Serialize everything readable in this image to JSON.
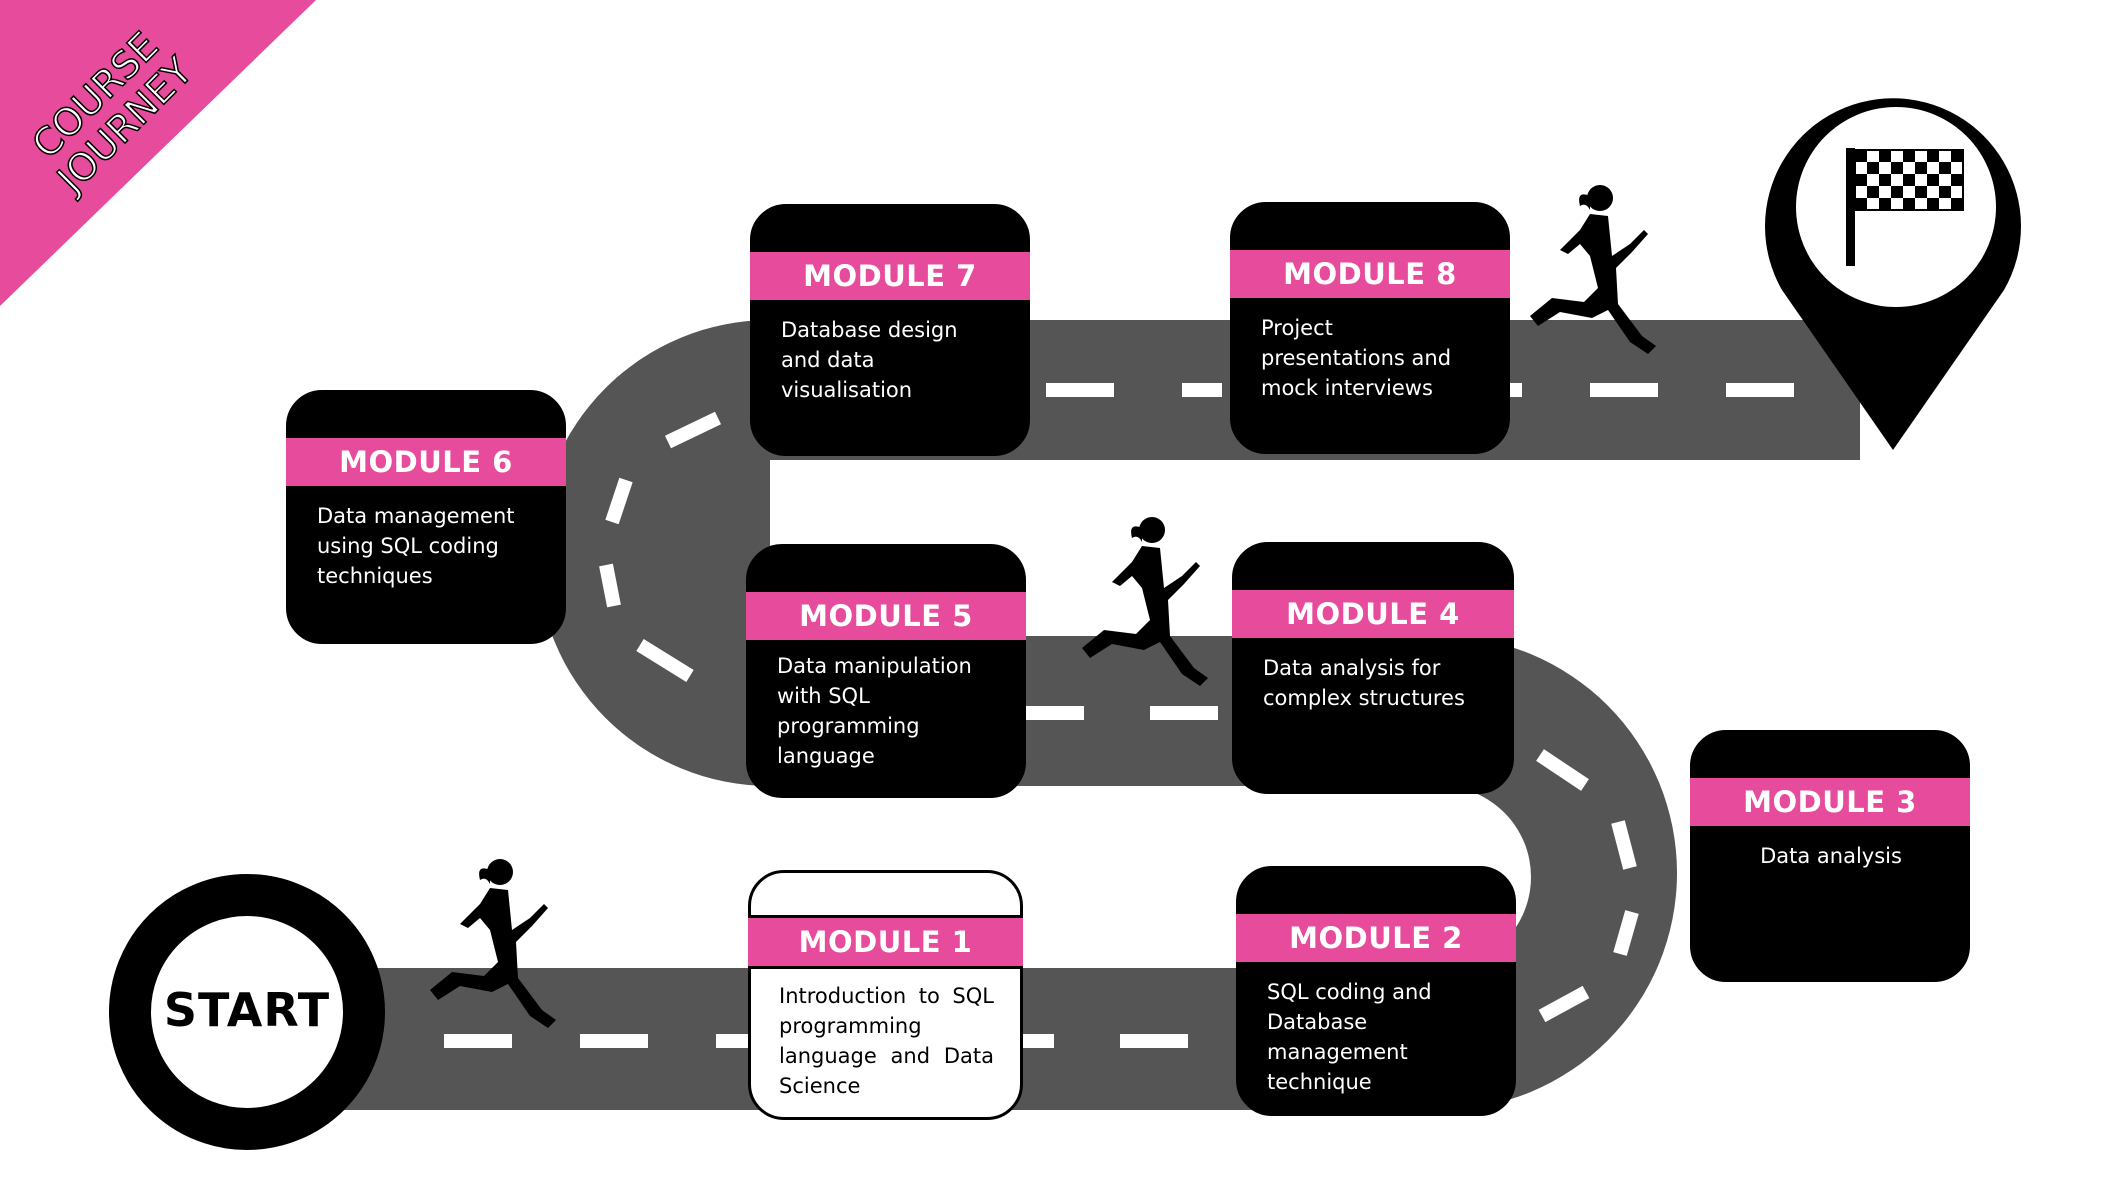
{
  "banner": {
    "line1": "COURSE",
    "line2": "JOURNEY",
    "color": "#e64b9c"
  },
  "start": {
    "label": "START"
  },
  "finish": {
    "icon": "checkered-flag-icon"
  },
  "runner_icon": "runner-icon",
  "colors": {
    "road": "#555555",
    "lane": "#ffffff",
    "accent": "#e64b9c",
    "box": "#000000"
  },
  "modules": [
    {
      "title": "MODULE 1",
      "description": "Introduction to SQL programming language and Data Science"
    },
    {
      "title": "MODULE 2",
      "description": "SQL coding and Database management technique"
    },
    {
      "title": "MODULE 3",
      "description": "Data analysis"
    },
    {
      "title": "MODULE 4",
      "description": "Data analysis for complex structures"
    },
    {
      "title": "MODULE 5",
      "description": "Data manipulation with SQL programming language"
    },
    {
      "title": "MODULE 6",
      "description": "Data management using SQL coding techniques"
    },
    {
      "title": "MODULE 7",
      "description": "Database design and data visualisation"
    },
    {
      "title": "MODULE 8",
      "description": "Project presentations and mock interviews"
    }
  ]
}
